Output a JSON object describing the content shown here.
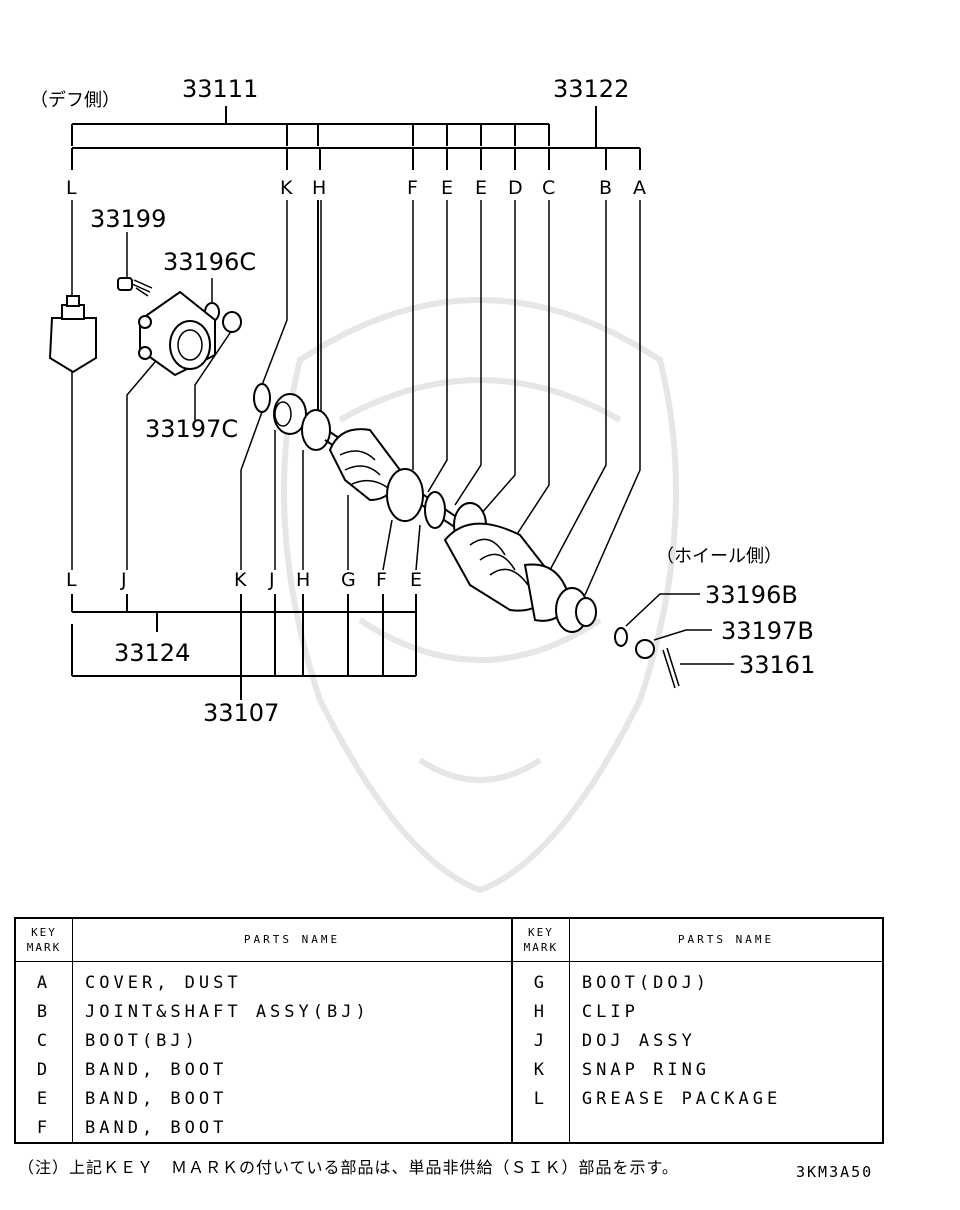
{
  "diagram": {
    "side_diff": "（デフ側）",
    "side_wheel": "（ホイール側）",
    "part_numbers": {
      "p33111": "33111",
      "p33122": "33122",
      "p33199": "33199",
      "p33196C": "33196C",
      "p33197C": "33197C",
      "p33124": "33124",
      "p33107": "33107",
      "p33196B": "33196B",
      "p33197B": "33197B",
      "p33161": "33161"
    },
    "top_keys": [
      "L",
      "K",
      "H",
      "F",
      "E",
      "E",
      "D",
      "C",
      "B",
      "A"
    ],
    "bottom_keys": [
      "L",
      "J",
      "K",
      "J",
      "H",
      "G",
      "F",
      "E"
    ]
  },
  "parts_table": {
    "headers": {
      "key_mark_line1": "KEY",
      "key_mark_line2": "MARK",
      "parts_name": "PARTS NAME"
    },
    "left": [
      {
        "key": "A",
        "name": "COVER, DUST"
      },
      {
        "key": "B",
        "name": "JOINT&SHAFT ASSY(BJ)"
      },
      {
        "key": "C",
        "name": "BOOT(BJ)"
      },
      {
        "key": "D",
        "name": "BAND, BOOT"
      },
      {
        "key": "E",
        "name": "BAND, BOOT"
      },
      {
        "key": "F",
        "name": "BAND, BOOT"
      }
    ],
    "right": [
      {
        "key": "G",
        "name": "BOOT(DOJ)"
      },
      {
        "key": "H",
        "name": "CLIP"
      },
      {
        "key": "J",
        "name": "DOJ ASSY"
      },
      {
        "key": "K",
        "name": "SNAP RING"
      },
      {
        "key": "L",
        "name": "GREASE PACKAGE"
      },
      {
        "key": "",
        "name": ""
      }
    ]
  },
  "note": "（注）上記ＫＥＹ　ＭＡＲＫの付いている部品は、単品非供給（ＳＩＫ）部品を示す。",
  "drawing_code": "3KM3A50"
}
